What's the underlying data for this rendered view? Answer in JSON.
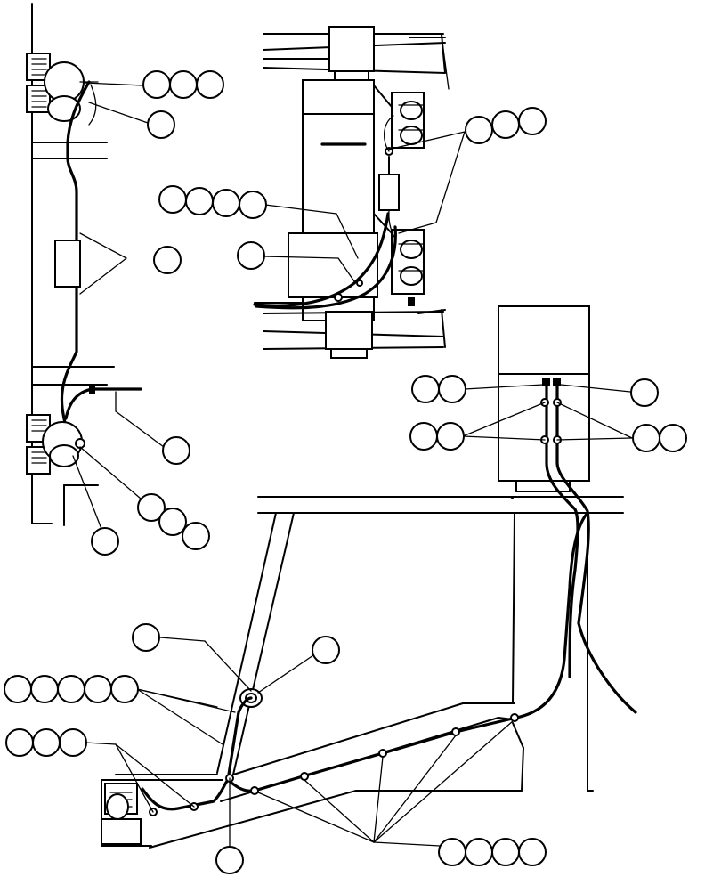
{
  "diagram": {
    "labels": [],
    "callout_groups": [
      {
        "name": "callout-group-upper-left-left-chamber",
        "count": 3
      },
      {
        "name": "callout-upper-left-line",
        "count": 1
      },
      {
        "name": "callout-upper-left-center-valve",
        "count": 1
      },
      {
        "name": "callout-lower-left-tee",
        "count": 1
      },
      {
        "name": "callout-group-lower-left-chamber",
        "count": 3
      },
      {
        "name": "callout-lower-left-hose",
        "count": 1
      },
      {
        "name": "callout-group-axle-right-hose",
        "count": 3
      },
      {
        "name": "callout-group-axle-valve",
        "count": 4
      },
      {
        "name": "callout-axle-tube",
        "count": 1
      },
      {
        "name": "callout-group-tank-left-fitting",
        "count": 2
      },
      {
        "name": "callout-tank-right-fitting",
        "count": 1
      },
      {
        "name": "callout-group-tank-left-tee",
        "count": 2
      },
      {
        "name": "callout-group-tank-right-tee",
        "count": 2
      },
      {
        "name": "callout-frame-fitting",
        "count": 1
      },
      {
        "name": "callout-frame-grommet",
        "count": 1
      },
      {
        "name": "callout-group-frame-hose-long",
        "count": 5
      },
      {
        "name": "callout-group-frame-brake-chamber",
        "count": 3
      },
      {
        "name": "callout-frame-bottom",
        "count": 1
      },
      {
        "name": "callout-group-frame-clips",
        "count": 4
      }
    ]
  }
}
